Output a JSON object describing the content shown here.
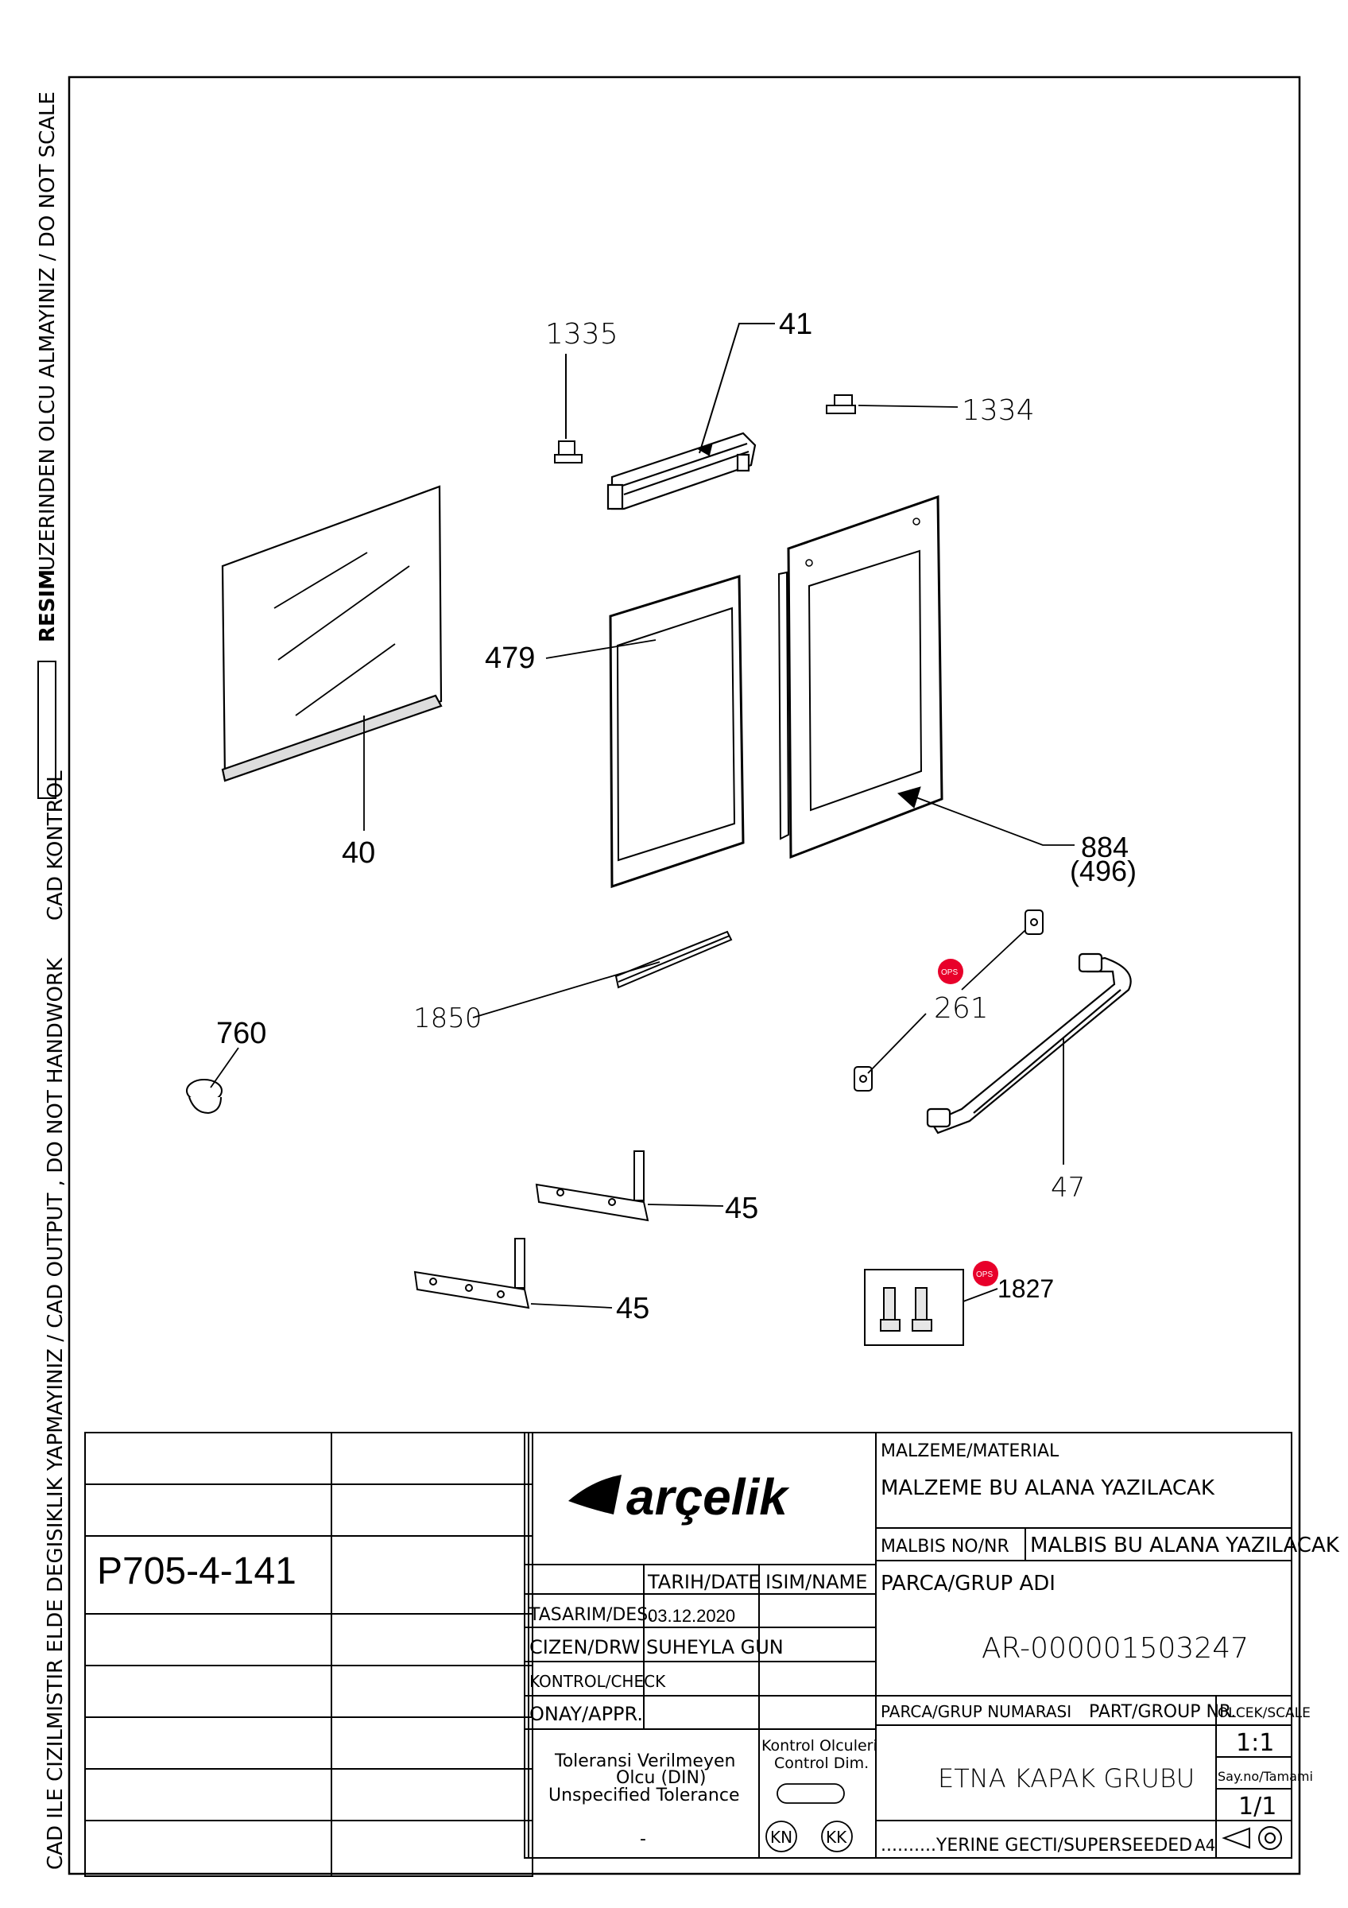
{
  "side_text": {
    "cad_output": "CAD ILE CIZILMISTIR ELDE DEGISIKLIK YAPMAYINIZ / CAD OUTPUT , DO NOT HANDWORK",
    "cad_kontrol": "CAD KONTROL",
    "resim_bold": "RESIM",
    "resim_rest": "UZERINDEN OLCU ALMAYINIZ / DO NOT SCALE"
  },
  "callouts": {
    "c1335": "1335",
    "c41": "41",
    "c1334": "1334",
    "c479": "479",
    "c40": "40",
    "c884": "884",
    "c496": "(496)",
    "c261": "261",
    "c1850": "1850",
    "c760": "760",
    "c47": "47",
    "c45a": "45",
    "c45b": "45",
    "c1827": "1827",
    "ops1": "OPS",
    "ops2": "OPS"
  },
  "revision": {
    "drawing_code": "P705-4-141"
  },
  "title_block": {
    "logo_text": "arçelik",
    "material_label": "MALZEME/MATERIAL",
    "material_value": "MALZEME BU ALANA YAZILACAK",
    "malbis_label": "MALBIS NO/NR",
    "malbis_value": "MALBIS BU ALANA YAZILACAK",
    "date_header": "TARIH/DATE",
    "name_header": "ISIM/NAME",
    "des_label": "TASARIM/DES.",
    "des_date": "03.12.2020",
    "drw_label": "CIZEN/DRW",
    "drw_name": "SUHEYLA GUN",
    "check_label": "KONTROL/CHECK",
    "appr_label": "ONAY/APPR.",
    "part_name_label": "PARCA/GRUP ADI",
    "part_name_value": "AR-000001503247",
    "part_number_label": "PARCA/GRUP NUMARASI",
    "part_number_label_en": "PART/GROUP NR.",
    "scale_label": "OLCEK/SCALE",
    "scale_value": "1:1",
    "sheet_label": "Say.no/Tamami",
    "sheet_value": "1/1",
    "part_number_value": "ETNA KAPAK GRUBU",
    "tolerance_line1": "Toleransi Verilmeyen",
    "tolerance_line2": "Olcu (DIN)",
    "tolerance_line3": "Unspecified Tolerance",
    "tolerance_value": "-",
    "control_line1": "Kontrol Olculeri",
    "control_line2": "Control Dim.",
    "kn": "KN",
    "kk": "KK",
    "superseded": "..........YERINE GECTI/SUPERSEEDED",
    "paper_size": "A4"
  },
  "colors": {
    "line": "#000000",
    "ops_badge": "#e8002a",
    "part_shade": "#d9d9d9"
  }
}
